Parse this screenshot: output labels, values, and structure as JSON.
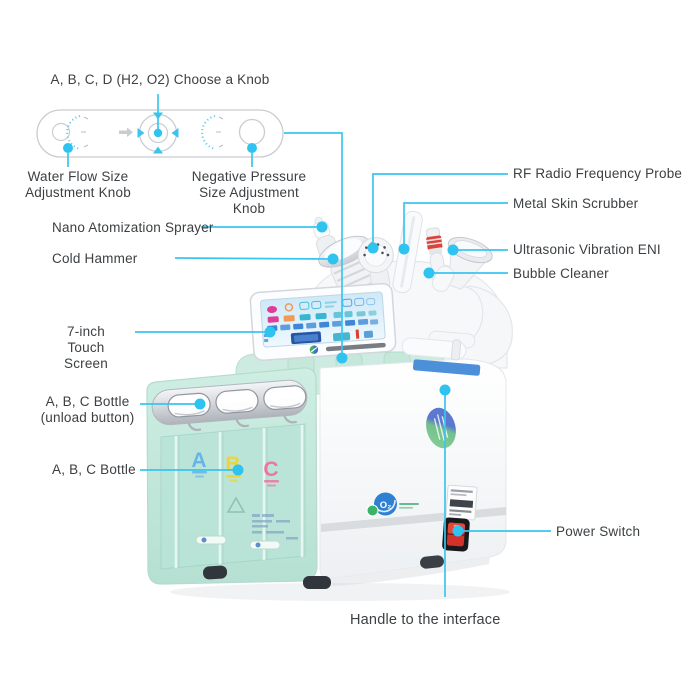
{
  "figure_type": "product-annotation-diagram",
  "labels": {
    "choose_knob": "A, B, C, D (H2, O2) Choose a Knob",
    "water_flow": "Water Flow Size\nAdjustment Knob",
    "negative_pressure": "Negative Pressure\nSize Adjustment Knob",
    "nano_sprayer": "Nano Atomization Sprayer",
    "cold_hammer": "Cold Hammer",
    "touch_screen": "7-inch\nTouch Screen",
    "bottle_unload": "A, B, C Bottle\n(unload button)",
    "bottle": "A, B, C Bottle",
    "rf_probe": "RF Radio Frequency Probe",
    "metal_scrubber": "Metal Skin Scrubber",
    "ultrasonic": "Ultrasonic Vibration ENI",
    "bubble_cleaner": "Bubble Cleaner",
    "power_switch": "Power Switch",
    "handle_interface": "Handle to the interface"
  },
  "machine": {
    "bottle_letters": [
      "A",
      "B",
      "C"
    ],
    "side_logo": "O₂"
  },
  "colors": {
    "callout": "#3ac5ef",
    "label_text": "#3c4043",
    "mint_panel": "#c9ebdf",
    "bottle_letter_a": "#5fb0ea",
    "bottle_letter_b": "#f0d430",
    "bottle_letter_c": "#f26d96",
    "blue_strip": "#4b90d9",
    "power_switch_red": "#d2322b",
    "o2_logo_blue": "#2e80d2"
  }
}
